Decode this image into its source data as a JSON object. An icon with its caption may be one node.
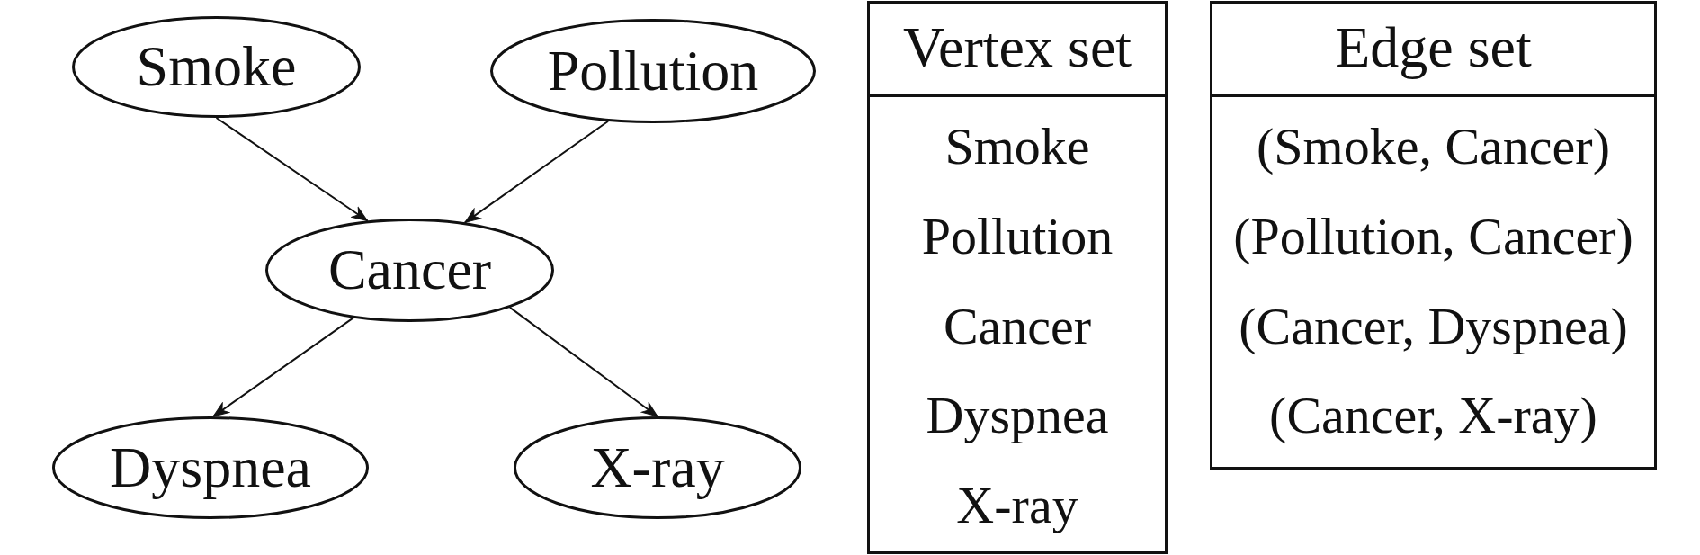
{
  "diagram": {
    "nodes": [
      {
        "text": [
          "Smoke"
        ]
      },
      {
        "text": [
          "Pollution"
        ]
      },
      {
        "text": [
          "Cancer"
        ]
      },
      {
        "text": [
          "Dyspnea"
        ]
      },
      {
        "text": [
          "X-ray"
        ]
      },
      {
        "text": [
          "Vertex set",
          "Smoke",
          "Pollution",
          "Cancer",
          "Dyspnea",
          "X-ray"
        ]
      },
      {
        "text": [
          "Edge set",
          "(Smoke, Cancer)",
          "(Pollution, Cancer)",
          "(Cancer, Dyspnea)",
          "(Cancer, X-ray)"
        ]
      }
    ],
    "edges": [
      {
        "from": 0,
        "to": 2,
        "arrow": "to"
      },
      {
        "from": 1,
        "to": 2,
        "arrow": "to"
      },
      {
        "from": 2,
        "to": 3,
        "arrow": "to"
      },
      {
        "from": 2,
        "to": 4,
        "arrow": "to"
      }
    ]
  }
}
